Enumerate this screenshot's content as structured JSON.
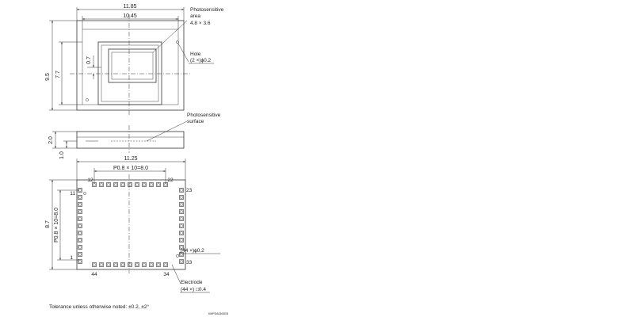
{
  "top_view": {
    "width_outer": "11.85",
    "width_inner": "10.45",
    "height_outer": "9.5",
    "height_inner": "7.7",
    "offset": "0.7",
    "area_label_1": "Photosensitive",
    "area_label_2": "area",
    "area_value": "4.8 × 3.6",
    "hole_label": "Hole",
    "hole_value": "(2 ×)ɸ0.2"
  },
  "side_view": {
    "height_total": "2.0",
    "height_surface": "1.0",
    "surface_label_1": "Photosensitive",
    "surface_label_2": "surface"
  },
  "bottom_view": {
    "width": "11.25",
    "pitch_h": "P0.8 × 10=8.0",
    "height": "8.7",
    "pitch_v": "P0.8 × 10=8.0",
    "pins": {
      "p1": "1",
      "p11": "11",
      "p12": "12",
      "p22": "22",
      "p23": "23",
      "p33": "33",
      "p34": "34",
      "p44": "44"
    },
    "hole_value": "(44 ×)ɸ0.2",
    "electrode_label": "Electrode",
    "electrode_value": "(44 ×) □0.4"
  },
  "tolerance_note": "Tolerance unless otherwise noted: ±0.2, ±2°",
  "drawing_code": "KMPDA0300EB"
}
